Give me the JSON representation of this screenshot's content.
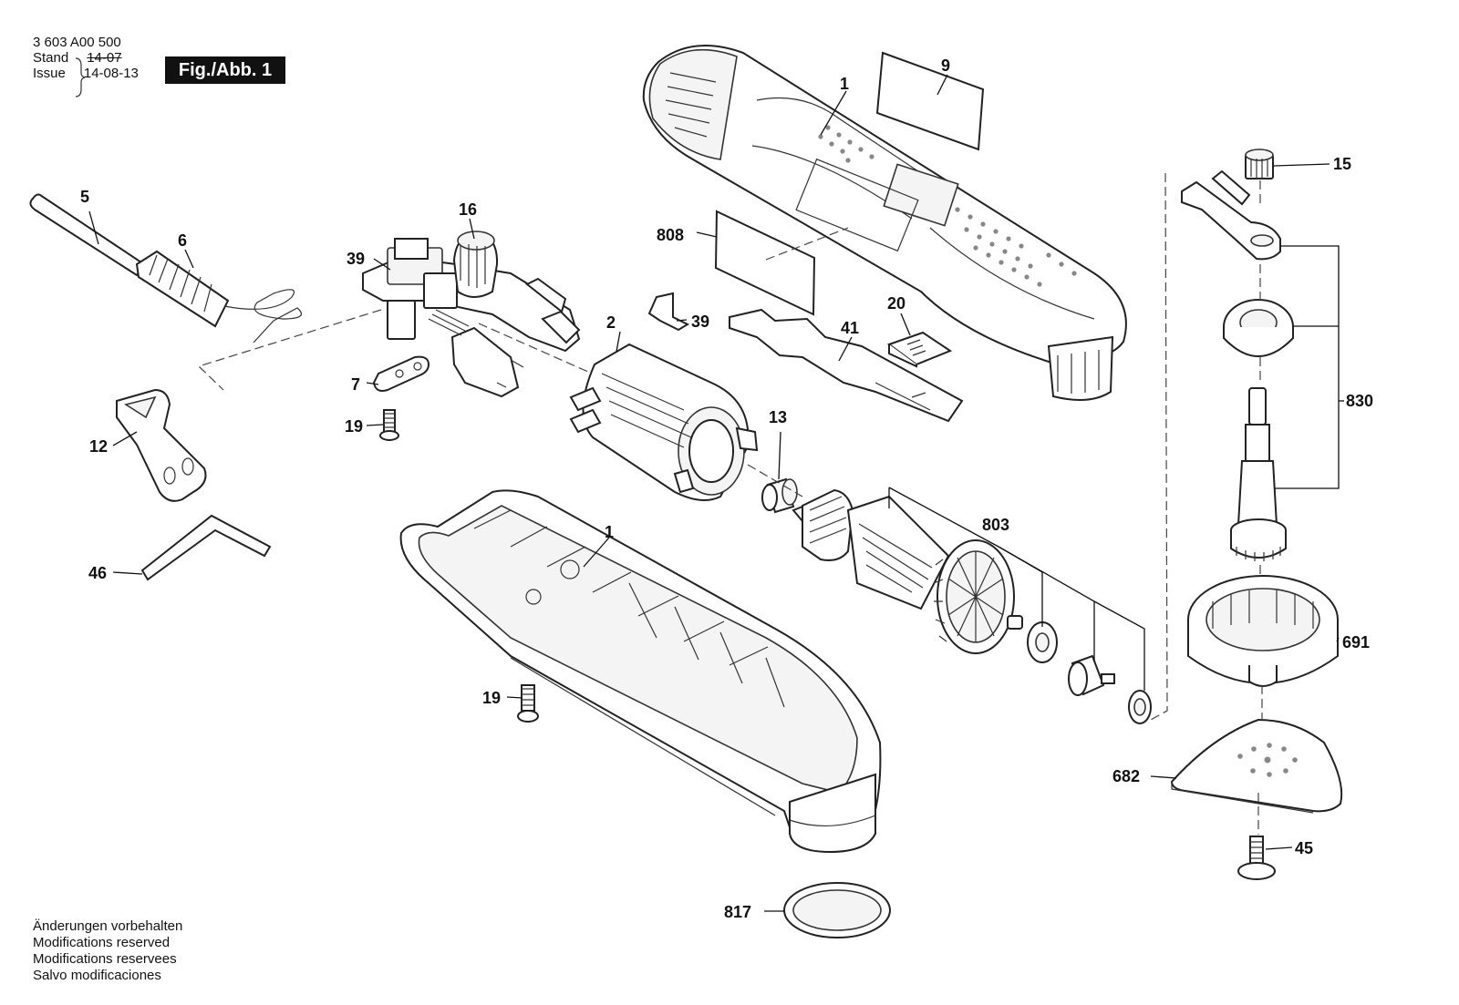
{
  "header": {
    "doc_number": "3 603 A00 500",
    "stand_label": "Stand",
    "stand_old_value": "14-07",
    "issue_label": "Issue",
    "issue_value": "14-08-13",
    "figure_label": "Fig./Abb. 1"
  },
  "footer": {
    "lines": [
      "Änderungen vorbehalten",
      "Modifications reserved",
      "Modifications reservees",
      "Salvo modificaciones"
    ]
  },
  "callouts": {
    "part_1_top": "1",
    "part_1_bottom": "1",
    "part_2": "2",
    "part_5": "5",
    "part_6": "6",
    "part_7": "7",
    "part_9": "9",
    "part_12": "12",
    "part_13": "13",
    "part_15": "15",
    "part_16": "16",
    "part_19_a": "19",
    "part_19_b": "19",
    "part_20": "20",
    "part_39_a": "39",
    "part_39_b": "39",
    "part_41": "41",
    "part_45": "45",
    "part_46": "46",
    "part_682": "682",
    "part_691": "691",
    "part_803": "803",
    "part_808": "808",
    "part_817": "817",
    "part_830": "830"
  },
  "colors": {
    "line": "#222222",
    "badge_bg": "#111111",
    "badge_text": "#ffffff"
  }
}
